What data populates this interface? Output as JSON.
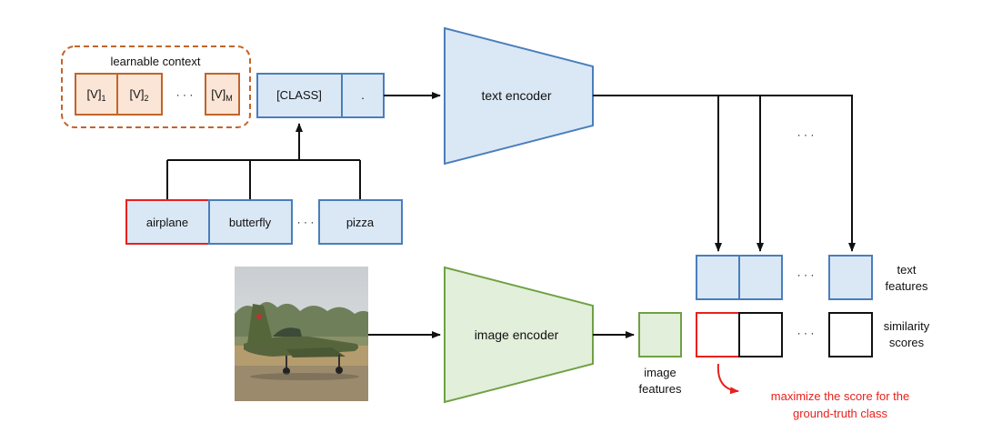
{
  "learnable_context": {
    "title": "learnable context",
    "tokens": [
      {
        "base": "[V]",
        "sub": "1"
      },
      {
        "base": "[V]",
        "sub": "2"
      },
      {
        "base": "[V]",
        "sub": "M"
      }
    ],
    "ellipsis": "· · ·"
  },
  "prompt": {
    "class_token": "[CLASS]",
    "period_token": "."
  },
  "classes": {
    "items": [
      "airplane",
      "butterfly",
      "pizza"
    ],
    "ellipsis": "· · ·"
  },
  "text_encoder": {
    "label": "text encoder"
  },
  "image_encoder": {
    "label": "image encoder"
  },
  "text_features": {
    "label_line1": "text",
    "label_line2": "features",
    "ellipsis_top": "· · ·",
    "ellipsis": "· · ·"
  },
  "image_features": {
    "label_line1": "image",
    "label_line2": "features"
  },
  "similarity": {
    "label_line1": "similarity",
    "label_line2": "scores",
    "ellipsis": "· · ·"
  },
  "annotation": {
    "line1": "maximize the score for the",
    "line2": "ground-truth class"
  },
  "image_description": "airplane-photo",
  "colors": {
    "orange_border": "#c0652a",
    "orange_fill": "#fbe5d6",
    "blue_border": "#4a7ebb",
    "blue_fill": "#dae8f6",
    "green_border": "#70a044",
    "green_fill": "#e2efda",
    "red": "#e8211d"
  }
}
